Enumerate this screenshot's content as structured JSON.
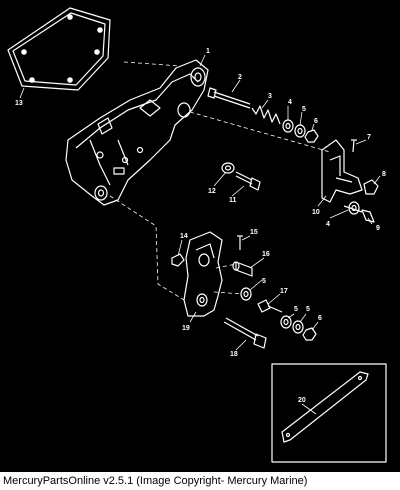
{
  "diagram": {
    "callouts": [
      {
        "id": "c1",
        "text": "1"
      },
      {
        "id": "c2",
        "text": "2"
      },
      {
        "id": "c3",
        "text": "3"
      },
      {
        "id": "c4a",
        "text": "4"
      },
      {
        "id": "c5a",
        "text": "5"
      },
      {
        "id": "c6a",
        "text": "6"
      },
      {
        "id": "c7",
        "text": "7"
      },
      {
        "id": "c8",
        "text": "8"
      },
      {
        "id": "c9",
        "text": "9"
      },
      {
        "id": "c10",
        "text": "10"
      },
      {
        "id": "c4b",
        "text": "4"
      },
      {
        "id": "c11",
        "text": "11"
      },
      {
        "id": "c12",
        "text": "12"
      },
      {
        "id": "c13",
        "text": "13"
      },
      {
        "id": "c14",
        "text": "14"
      },
      {
        "id": "c15",
        "text": "15"
      },
      {
        "id": "c16",
        "text": "16"
      },
      {
        "id": "c5b",
        "text": "5"
      },
      {
        "id": "c17",
        "text": "17"
      },
      {
        "id": "c5c",
        "text": "5"
      },
      {
        "id": "c5d",
        "text": "5"
      },
      {
        "id": "c6b",
        "text": "6"
      },
      {
        "id": "c19",
        "text": "19"
      },
      {
        "id": "c18",
        "text": "18"
      },
      {
        "id": "c20",
        "text": "20"
      }
    ]
  },
  "footer": {
    "text": "MercuryPartsOnline v2.5.1 (Image Copyright- Mercury Marine)"
  }
}
